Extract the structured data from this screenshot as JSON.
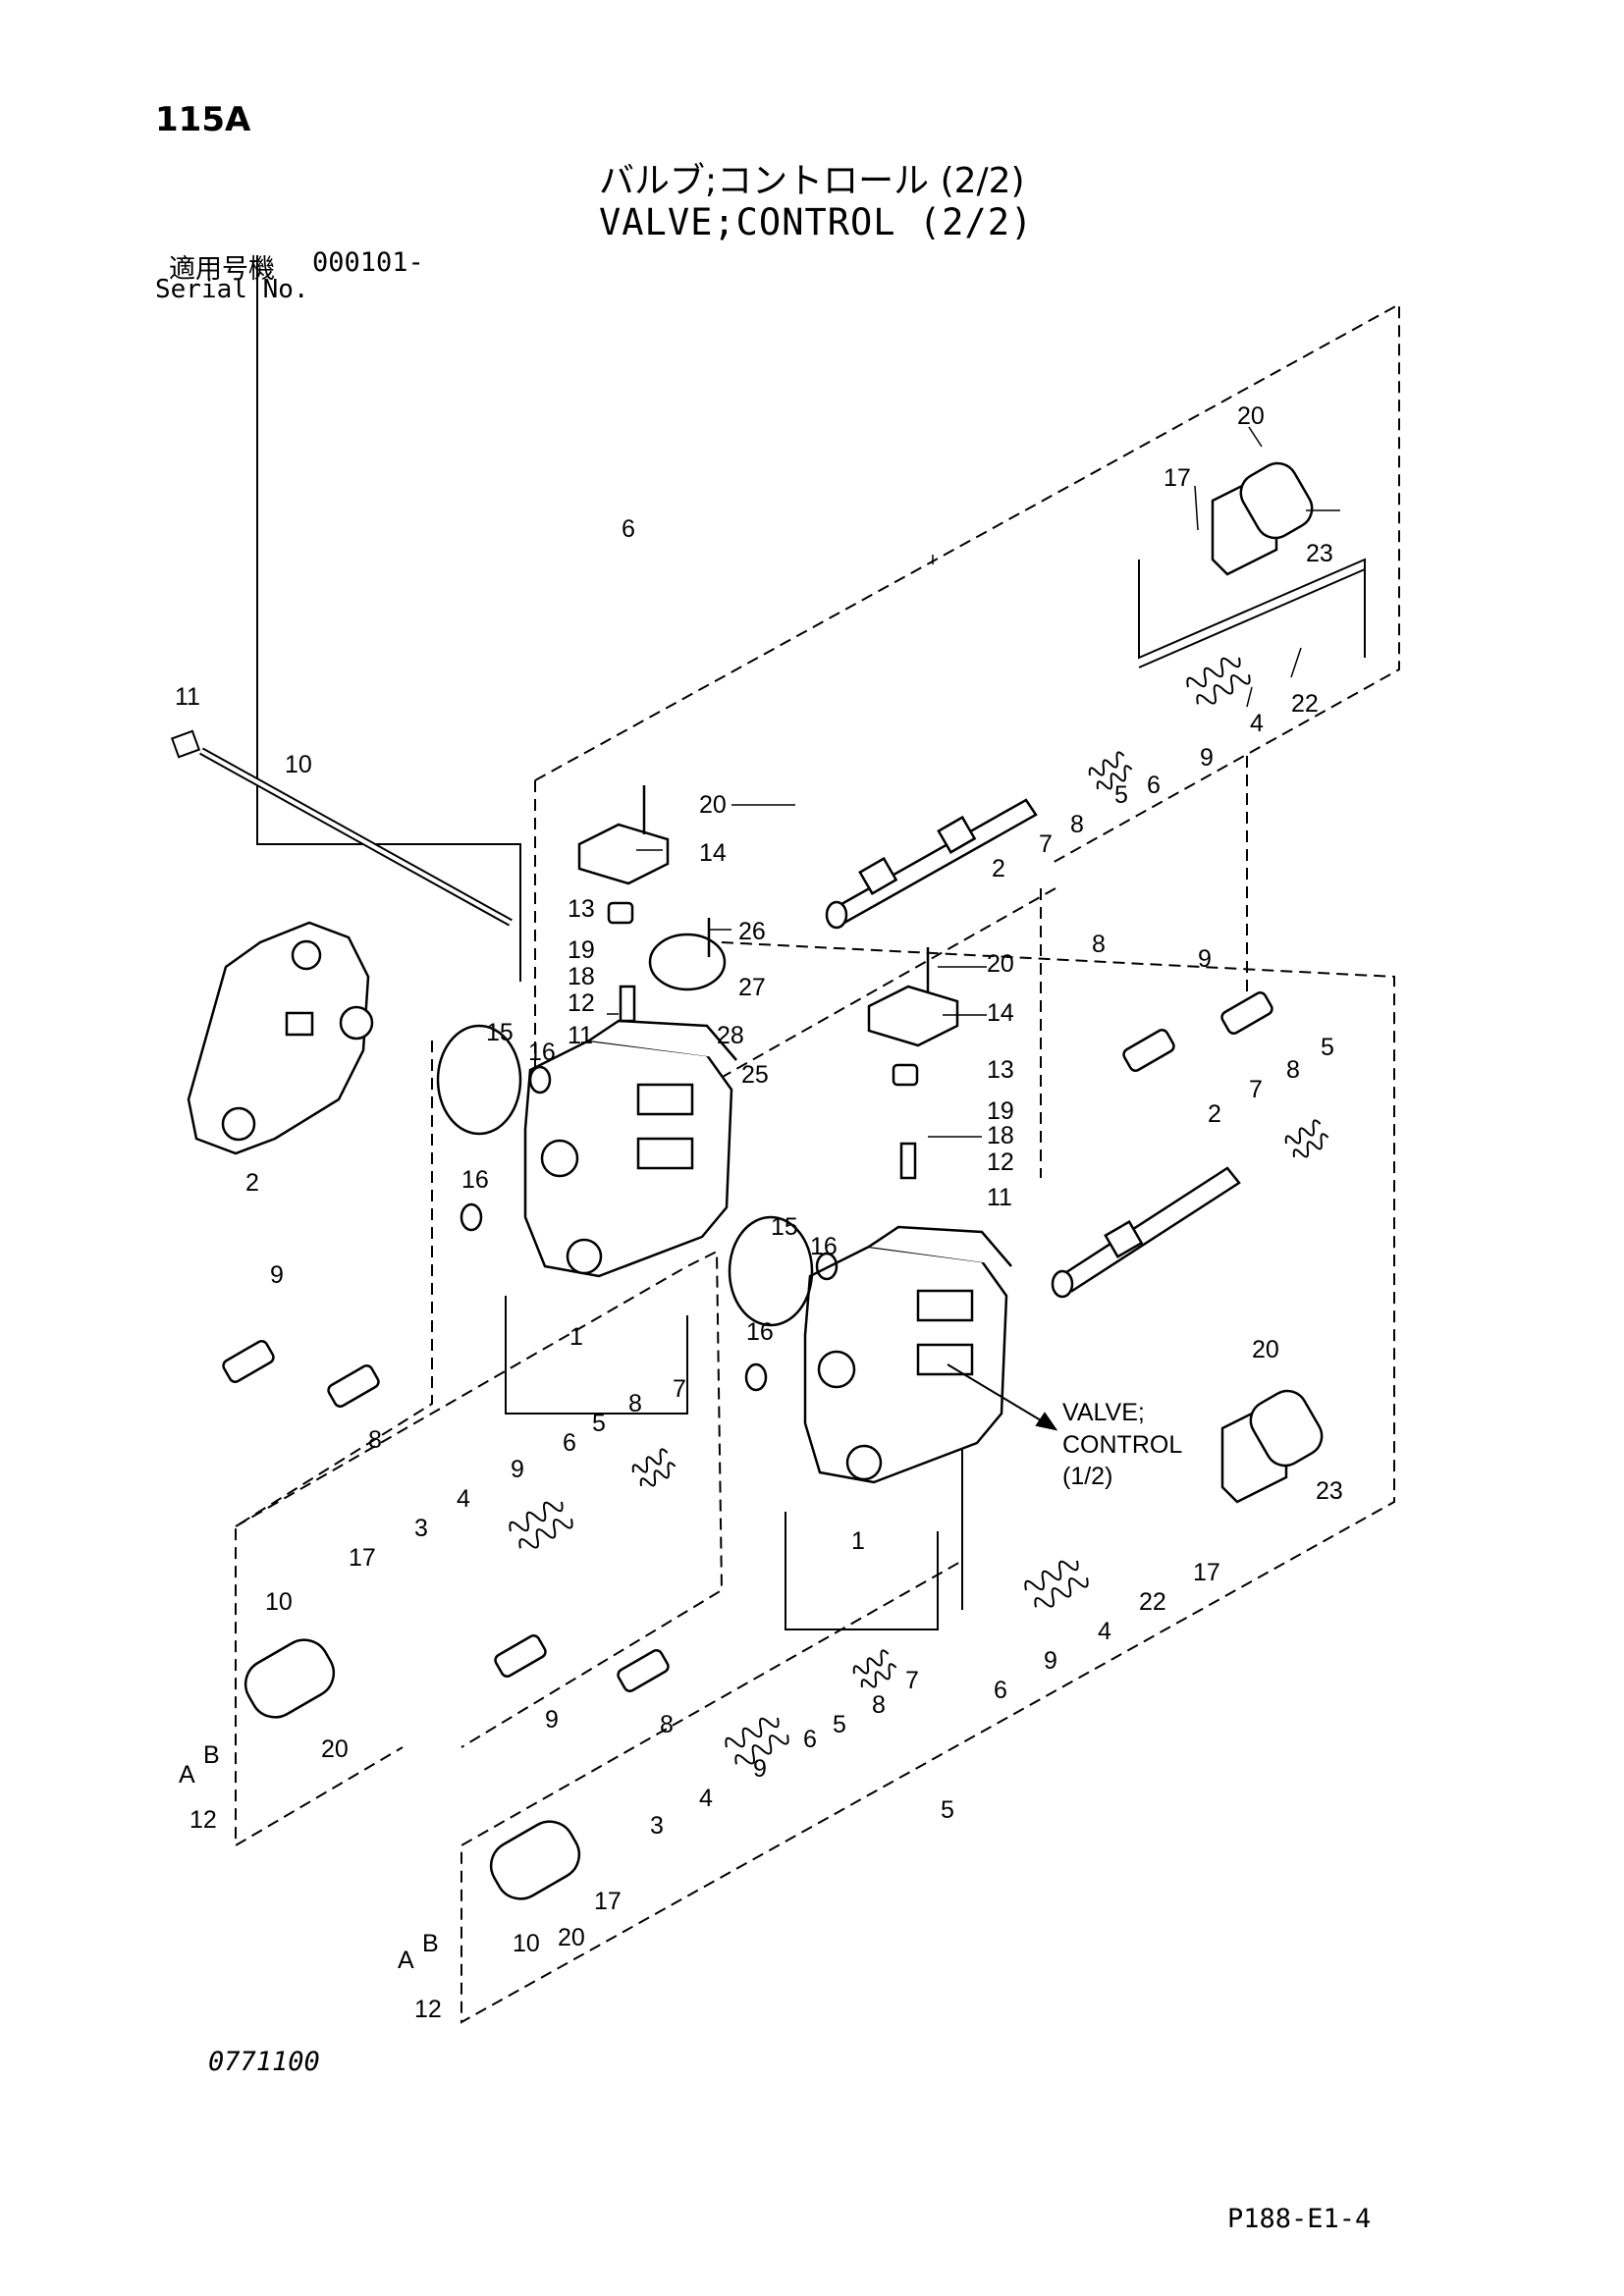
{
  "header": {
    "page_no": "115A",
    "title_jp": "バルブ;コントロール (2/2)",
    "title_en": "VALVE;CONTROL (2/2)",
    "serial_label_jp": "適用号機",
    "serial_value": "000101-",
    "serial_label_en": "Serial No."
  },
  "footer": {
    "drawing_no": "0771100",
    "page_ref": "P188-E1-4"
  },
  "callouts": {
    "c1": "1",
    "c2": "2",
    "c3": "3",
    "c4": "4",
    "c5": "5",
    "c6": "6",
    "c7": "7",
    "c8": "8",
    "c9": "9",
    "c10": "10",
    "c11": "11",
    "c12": "12",
    "c13": "13",
    "c14": "14",
    "c15": "15",
    "c16": "16",
    "c17": "17",
    "c18": "18",
    "c19": "19",
    "c20": "20",
    "c22": "22",
    "c23": "23",
    "c25": "25",
    "c26": "26",
    "c27": "27",
    "c28": "28",
    "a": "A",
    "b": "B"
  },
  "reference": {
    "line1": "VALVE;",
    "line2": "CONTROL",
    "line3": "(1/2)"
  }
}
